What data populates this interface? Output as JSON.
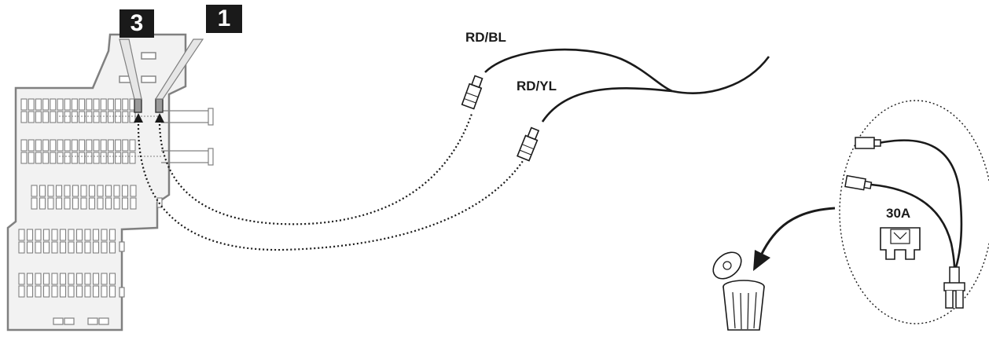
{
  "callouts": [
    {
      "id": "3",
      "label": "3"
    },
    {
      "id": "1",
      "label": "1"
    }
  ],
  "wires": {
    "rd_bl": "RD/BL",
    "rd_yl": "RD/YL"
  },
  "fuse": {
    "rating": "30A"
  },
  "icons": {
    "fuse_box": "fuse-box-icon",
    "connector": "connector-icon",
    "fuse": "blade-fuse-icon",
    "trash": "trash-bin-icon",
    "arrow": "discard-arrow-icon"
  },
  "colors": {
    "line": "#1a1a1a",
    "panel_fill": "#f2f2f2",
    "panel_stroke": "#808080",
    "callout_bg": "#1a1a1a",
    "callout_text": "#ffffff"
  }
}
